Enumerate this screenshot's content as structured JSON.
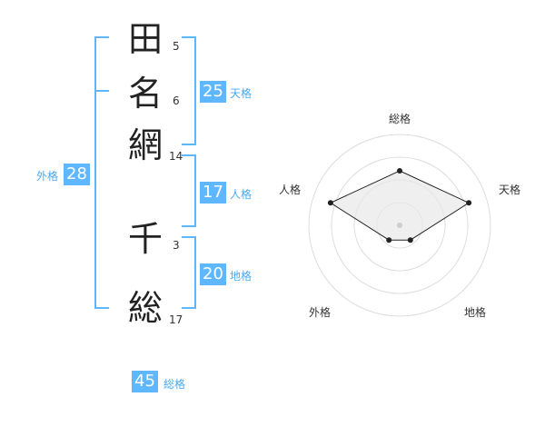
{
  "name_chars": [
    {
      "char": "田",
      "strokes": "5"
    },
    {
      "char": "名",
      "strokes": "6"
    },
    {
      "char": "網",
      "strokes": "14"
    },
    {
      "char": "千",
      "strokes": "3"
    },
    {
      "char": "総",
      "strokes": "17"
    }
  ],
  "kakusu": {
    "tenkaku": {
      "value": "25",
      "label": "天格"
    },
    "jinkaku": {
      "value": "17",
      "label": "人格"
    },
    "chikaku": {
      "value": "20",
      "label": "地格"
    },
    "gaikaku": {
      "value": "28",
      "label": "外格"
    },
    "soukaku": {
      "value": "45",
      "label": "総格"
    }
  },
  "colors": {
    "accent": "#5fb8ff",
    "radar_fill": "#e8e8e8",
    "radar_line": "#222222"
  },
  "chart_data": {
    "type": "radar",
    "axes": [
      "総格",
      "天格",
      "地格",
      "外格",
      "人格"
    ],
    "values": [
      3,
      4,
      1,
      1,
      4
    ],
    "max": 5,
    "rings": 4
  }
}
